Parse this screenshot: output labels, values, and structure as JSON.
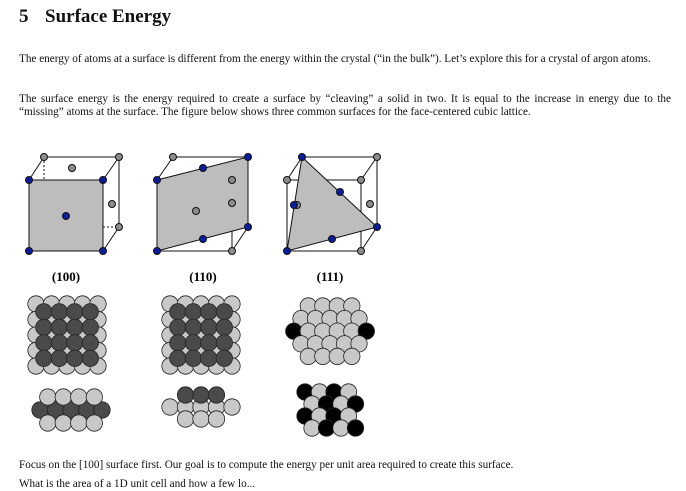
{
  "section": {
    "number": "5",
    "title": "Surface Energy"
  },
  "paragraphs": {
    "p1": "The energy of atoms at a surface is different from the energy within the crystal (“in the bulk”).  Let’s explore this for a crystal of argon atoms.",
    "p2": "The surface energy is the energy required to create a surface by “cleaving” a solid in two.  It is equal to the increase in energy due to the “missing” atoms at the surface.  The figure below shows three common surfaces for the face-centered cubic lattice.",
    "p3": "Focus on the [100] surface first. Our goal is to compute the energy per unit area required to create this surface.",
    "p4": "What is the area of a 1D unit cell and how a few lo..."
  },
  "figure": {
    "captions": [
      "(100)",
      "(110)",
      "(111)"
    ],
    "colors": {
      "plane": "#bdbdbd",
      "surface_atom": "#0b1c9e",
      "corner_atom": "#8c8c8c",
      "light_atom": "#c8c8c8",
      "dark_atom": "#4a4a4a",
      "black_atom": "#000000"
    }
  }
}
